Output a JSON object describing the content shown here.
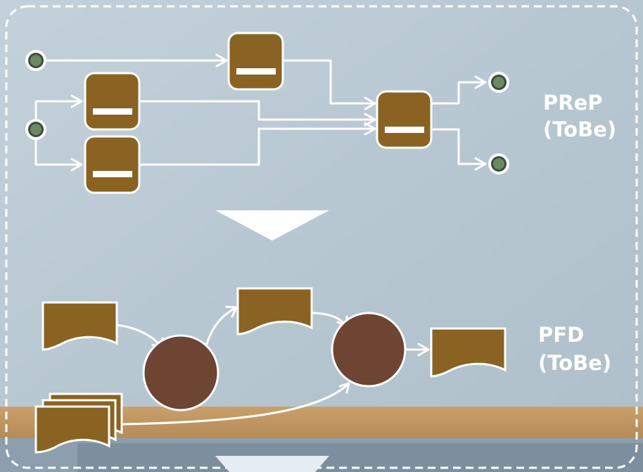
{
  "labels": {
    "prep_line1": "PReP",
    "prep_line2": "(ToBe)",
    "pfd_line1": "PFD",
    "pfd_line2": "(ToBe)"
  },
  "colors": {
    "background": "#b9c8d2",
    "task_fill": "#8a6322",
    "process_fill": "#6e4433",
    "document_fill": "#8a6322",
    "line": "#ffffff",
    "terminal_dot": "#6a8a62"
  },
  "icons": {
    "flow_arrow": "down-triangle"
  }
}
